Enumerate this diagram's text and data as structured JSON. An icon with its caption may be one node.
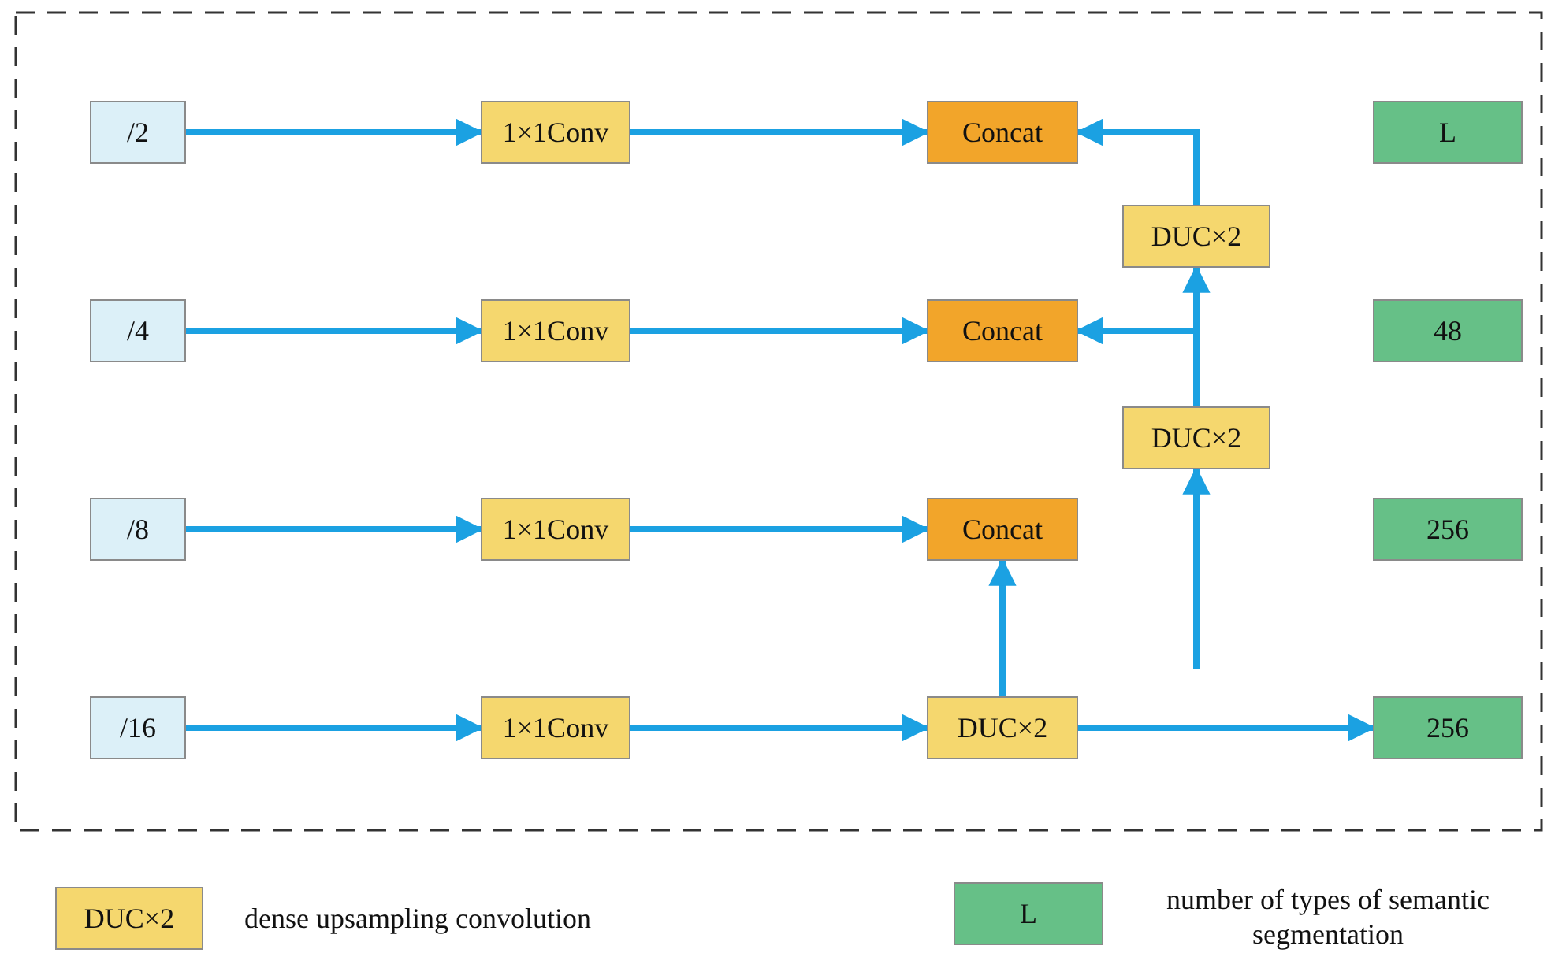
{
  "diagram": {
    "nodes": [
      {
        "text": [
          "/2"
        ]
      },
      {
        "text": [
          "1×1Conv"
        ]
      },
      {
        "text": [
          "Concat"
        ]
      },
      {
        "text": [
          "L"
        ]
      },
      {
        "text": [
          "DUC×2"
        ]
      },
      {
        "text": [
          "/4"
        ]
      },
      {
        "text": [
          "1×1Conv"
        ]
      },
      {
        "text": [
          "Concat"
        ]
      },
      {
        "text": [
          "48"
        ]
      },
      {
        "text": [
          "DUC×2"
        ]
      },
      {
        "text": [
          "/8"
        ]
      },
      {
        "text": [
          "1×1Conv"
        ]
      },
      {
        "text": [
          "Concat"
        ]
      },
      {
        "text": [
          "256"
        ]
      },
      {
        "text": [
          "/16"
        ]
      },
      {
        "text": [
          "1×1Conv"
        ]
      },
      {
        "text": [
          "DUC×2"
        ]
      },
      {
        "text": [
          "256"
        ]
      }
    ],
    "edges": [
      {
        "from": 0,
        "to": 1,
        "arrow": "to"
      },
      {
        "from": 1,
        "to": 2,
        "arrow": "to"
      },
      {
        "from": 5,
        "to": 6,
        "arrow": "to"
      },
      {
        "from": 6,
        "to": 7,
        "arrow": "to"
      },
      {
        "from": 10,
        "to": 11,
        "arrow": "to"
      },
      {
        "from": 11,
        "to": 12,
        "arrow": "to"
      },
      {
        "from": 14,
        "to": 15,
        "arrow": "to"
      },
      {
        "from": 15,
        "to": 16,
        "arrow": "to"
      },
      {
        "from": 16,
        "to": 12,
        "arrow": "to"
      },
      {
        "from": 16,
        "to": 17,
        "arrow": "to"
      },
      {
        "from": null,
        "to": 9,
        "arrow": "to"
      },
      {
        "from": 9,
        "to": 4,
        "arrow": "to"
      },
      {
        "from": 9,
        "to": 7,
        "arrow": "to"
      },
      {
        "from": 4,
        "to": 2,
        "arrow": "to"
      }
    ],
    "labels": [
      "DUC×2",
      "L"
    ],
    "legend": [
      {
        "text": "dense upsampling convolution",
        "color": "#f5d76e"
      },
      {
        "text": "number of types of semantic segmentation",
        "color": "#66c087"
      }
    ]
  }
}
